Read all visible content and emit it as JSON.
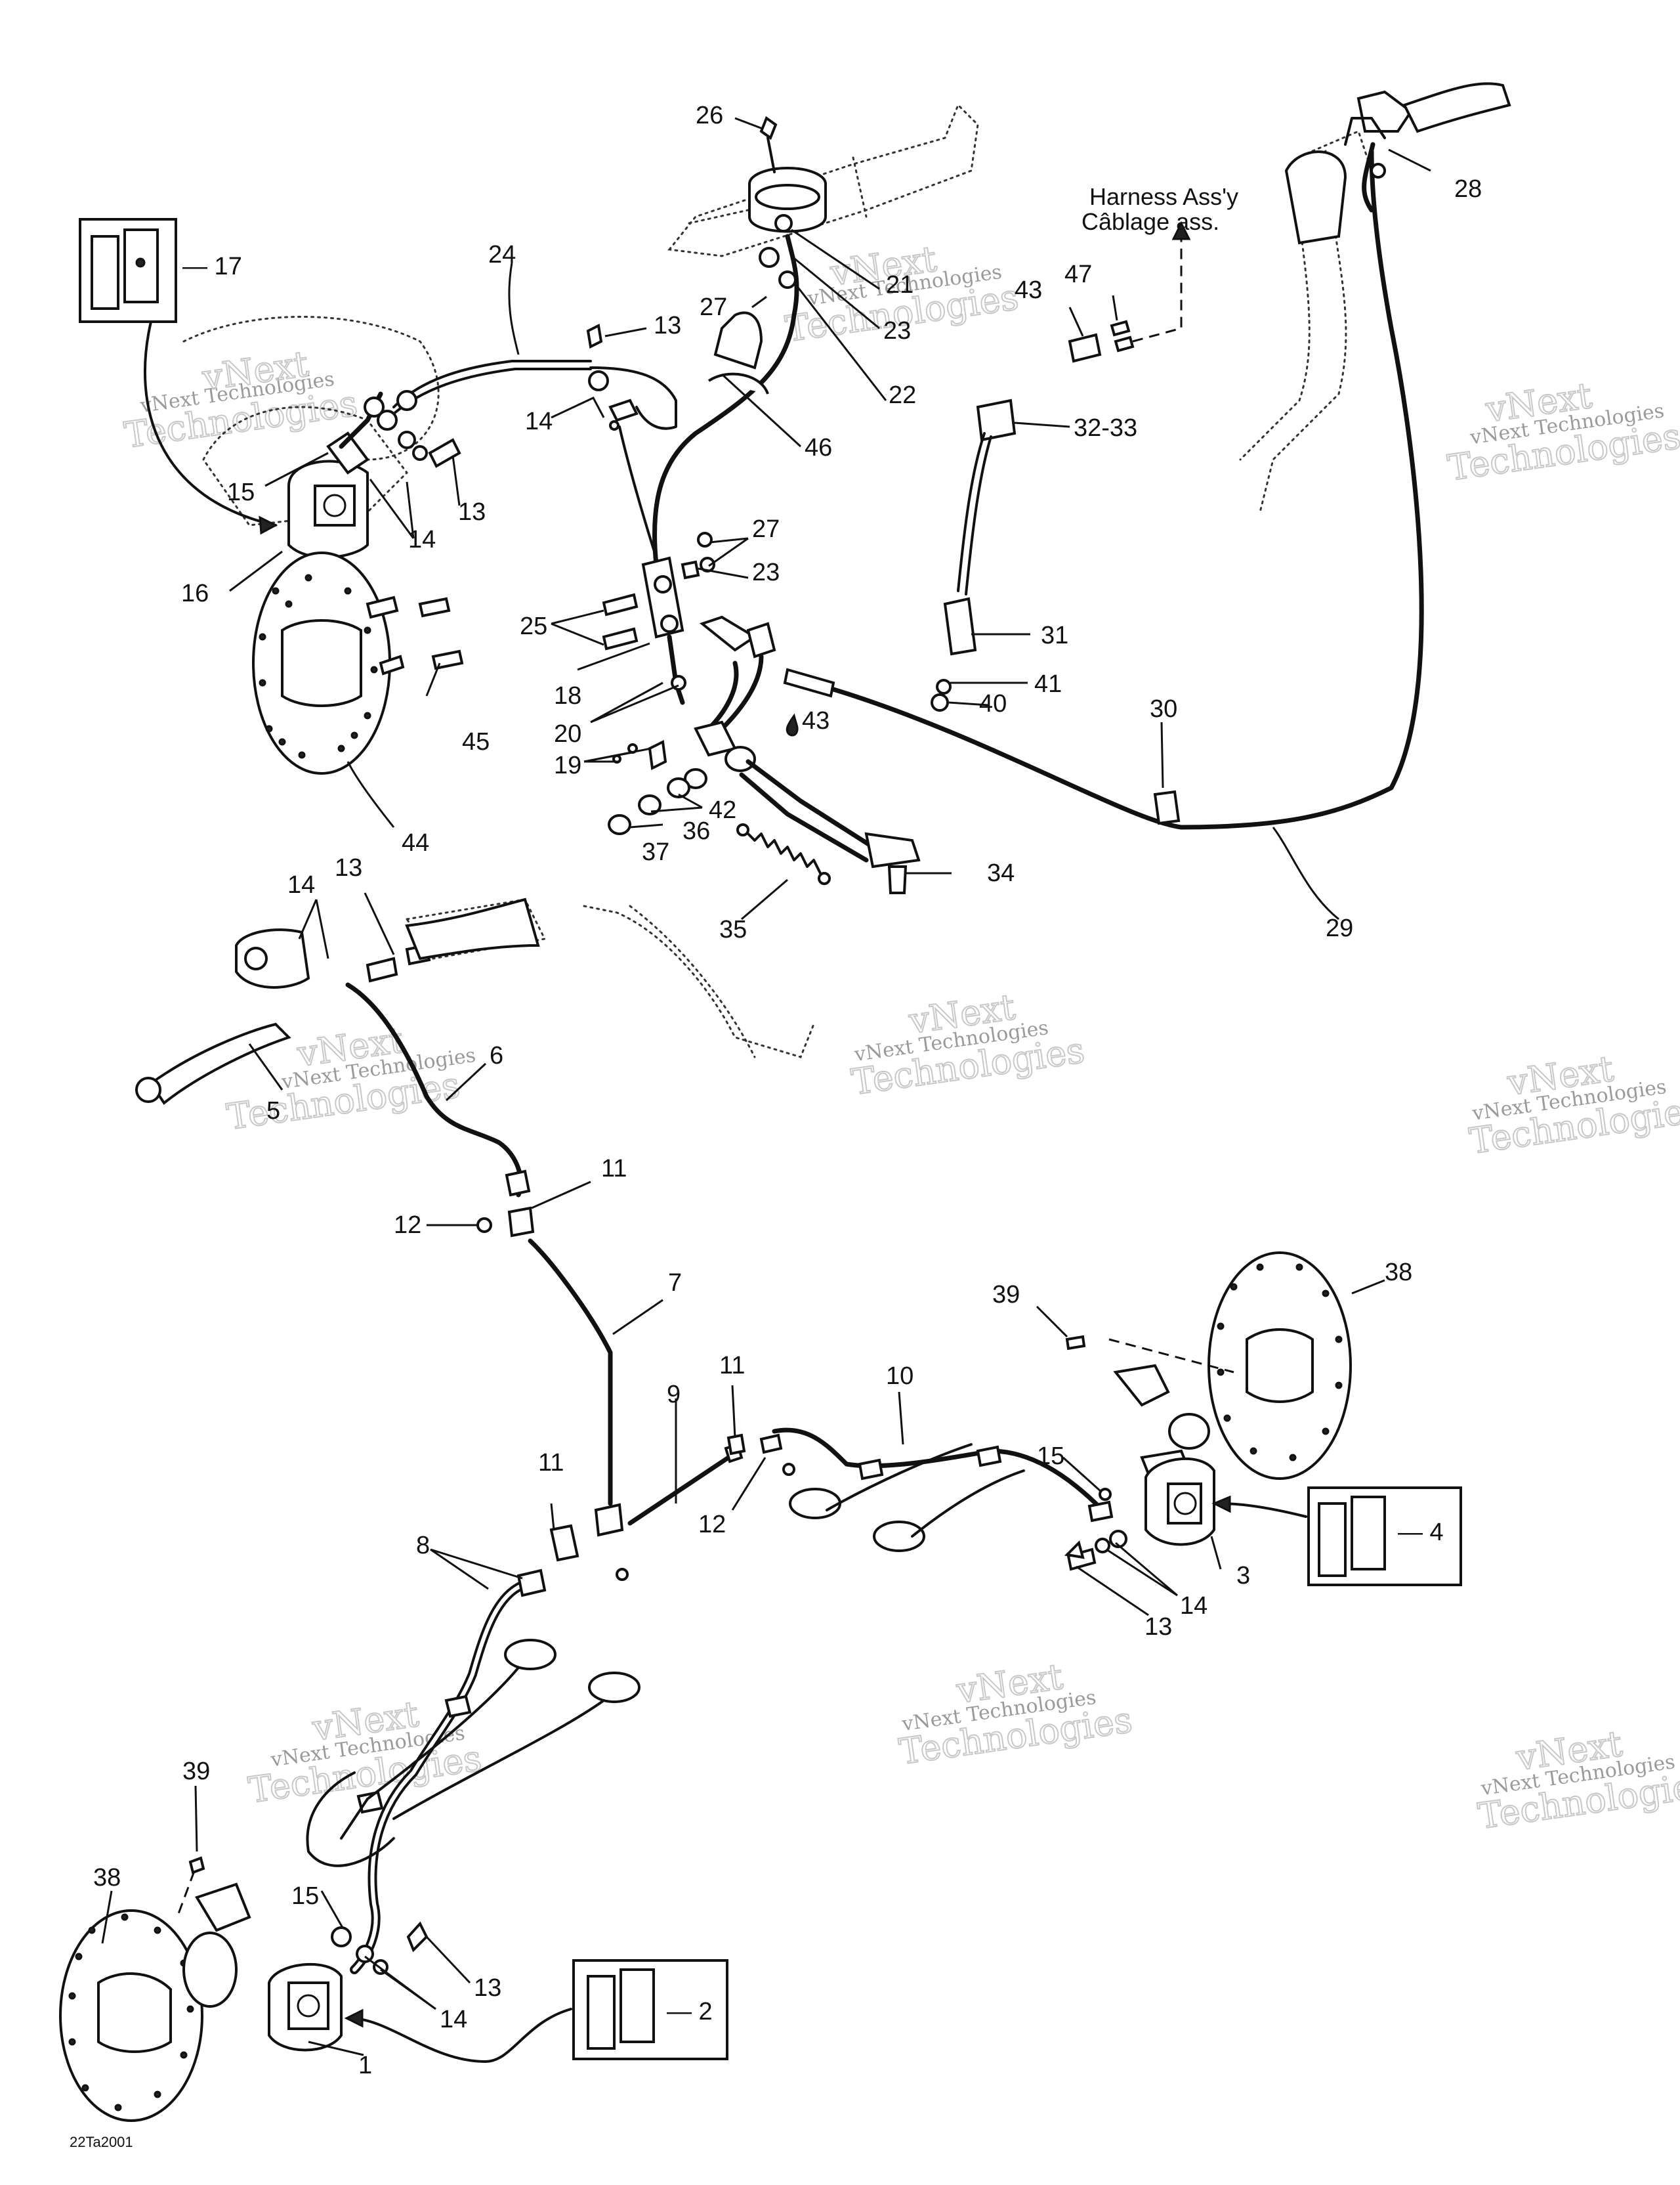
{
  "diagram_code": "22Ta2001",
  "harness_note": {
    "line1": "Harness Ass'y",
    "line2": "Câblage ass."
  },
  "watermark": {
    "small": "vNext Technologies",
    "big_top": "vNext",
    "big_bottom": "Technologies"
  },
  "callouts": [
    "1",
    "2",
    "3",
    "4",
    "5",
    "6",
    "7",
    "8",
    "9",
    "10",
    "11",
    "12",
    "13",
    "14",
    "15",
    "16",
    "17",
    "18",
    "19",
    "20",
    "21",
    "22",
    "23",
    "24",
    "25",
    "26",
    "27",
    "28",
    "29",
    "30",
    "31",
    "32-33",
    "34",
    "35",
    "36",
    "37",
    "38",
    "39",
    "40",
    "41",
    "42",
    "43",
    "44",
    "45",
    "46",
    "47"
  ],
  "labels": {
    "l26": "26",
    "l28": "28",
    "l17": "— 17",
    "l24": "24",
    "l13a": "13",
    "l21": "21",
    "l27a": "27",
    "l23a": "23",
    "l43a": "43",
    "l47": "47",
    "l22": "22",
    "l14a": "14",
    "l46": "46",
    "l3233": "32-33",
    "l15a": "15",
    "l13b": "13",
    "l14b": "14",
    "l16": "16",
    "l27b": "27",
    "l23b": "23",
    "l25": "25",
    "l31": "31",
    "l18": "18",
    "l41": "41",
    "l40": "40",
    "l20": "20",
    "l43b": "43",
    "l30": "30",
    "l19": "19",
    "l45": "45",
    "l42": "42",
    "l36": "36",
    "l37": "37",
    "l44": "44",
    "l34": "34",
    "l35": "35",
    "l29": "29",
    "l14c": "14",
    "l13c": "13",
    "l5": "5",
    "l6": "6",
    "l11a": "11",
    "l12a": "12",
    "l7": "7",
    "l39a": "39",
    "l38a": "38",
    "l11b": "11",
    "l10": "10",
    "l9": "9",
    "l11c": "11",
    "l15b": "15",
    "l12b": "12",
    "l8": "8",
    "l4": "— 4",
    "l3": "3",
    "l14d": "14",
    "l13d": "13",
    "l39b": "39",
    "l38b": "38",
    "l15c": "15",
    "l13e": "13",
    "l14e": "14",
    "l2": "— 2",
    "l1": "1"
  }
}
